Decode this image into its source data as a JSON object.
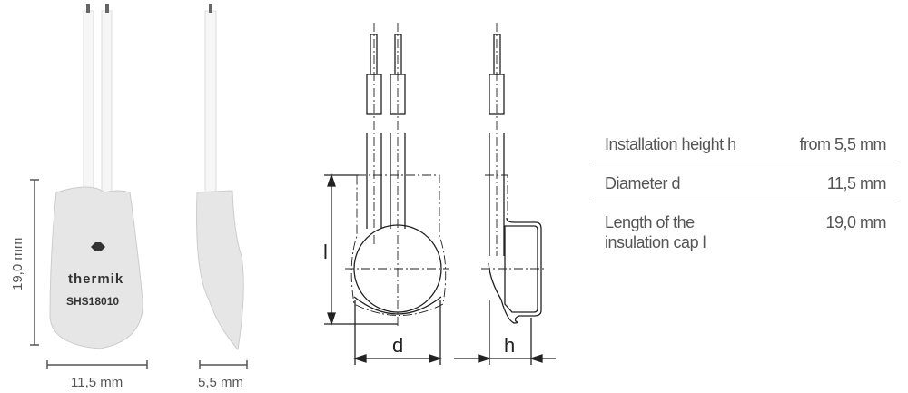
{
  "photo": {
    "logo_text": "thermik",
    "part_number": "SHS18010",
    "height_dim": "19,0 mm",
    "width_dim": "11,5 mm",
    "side_width_dim": "5,5 mm"
  },
  "drawing": {
    "label_l": "l",
    "label_d": "d",
    "label_h": "h"
  },
  "specs": [
    {
      "label": "Installation height h",
      "value": "from 5,5 mm"
    },
    {
      "label": "Diameter d",
      "value": "11,5 mm"
    },
    {
      "label": "Length of the insulation cap l",
      "value": "19,0 mm"
    }
  ]
}
